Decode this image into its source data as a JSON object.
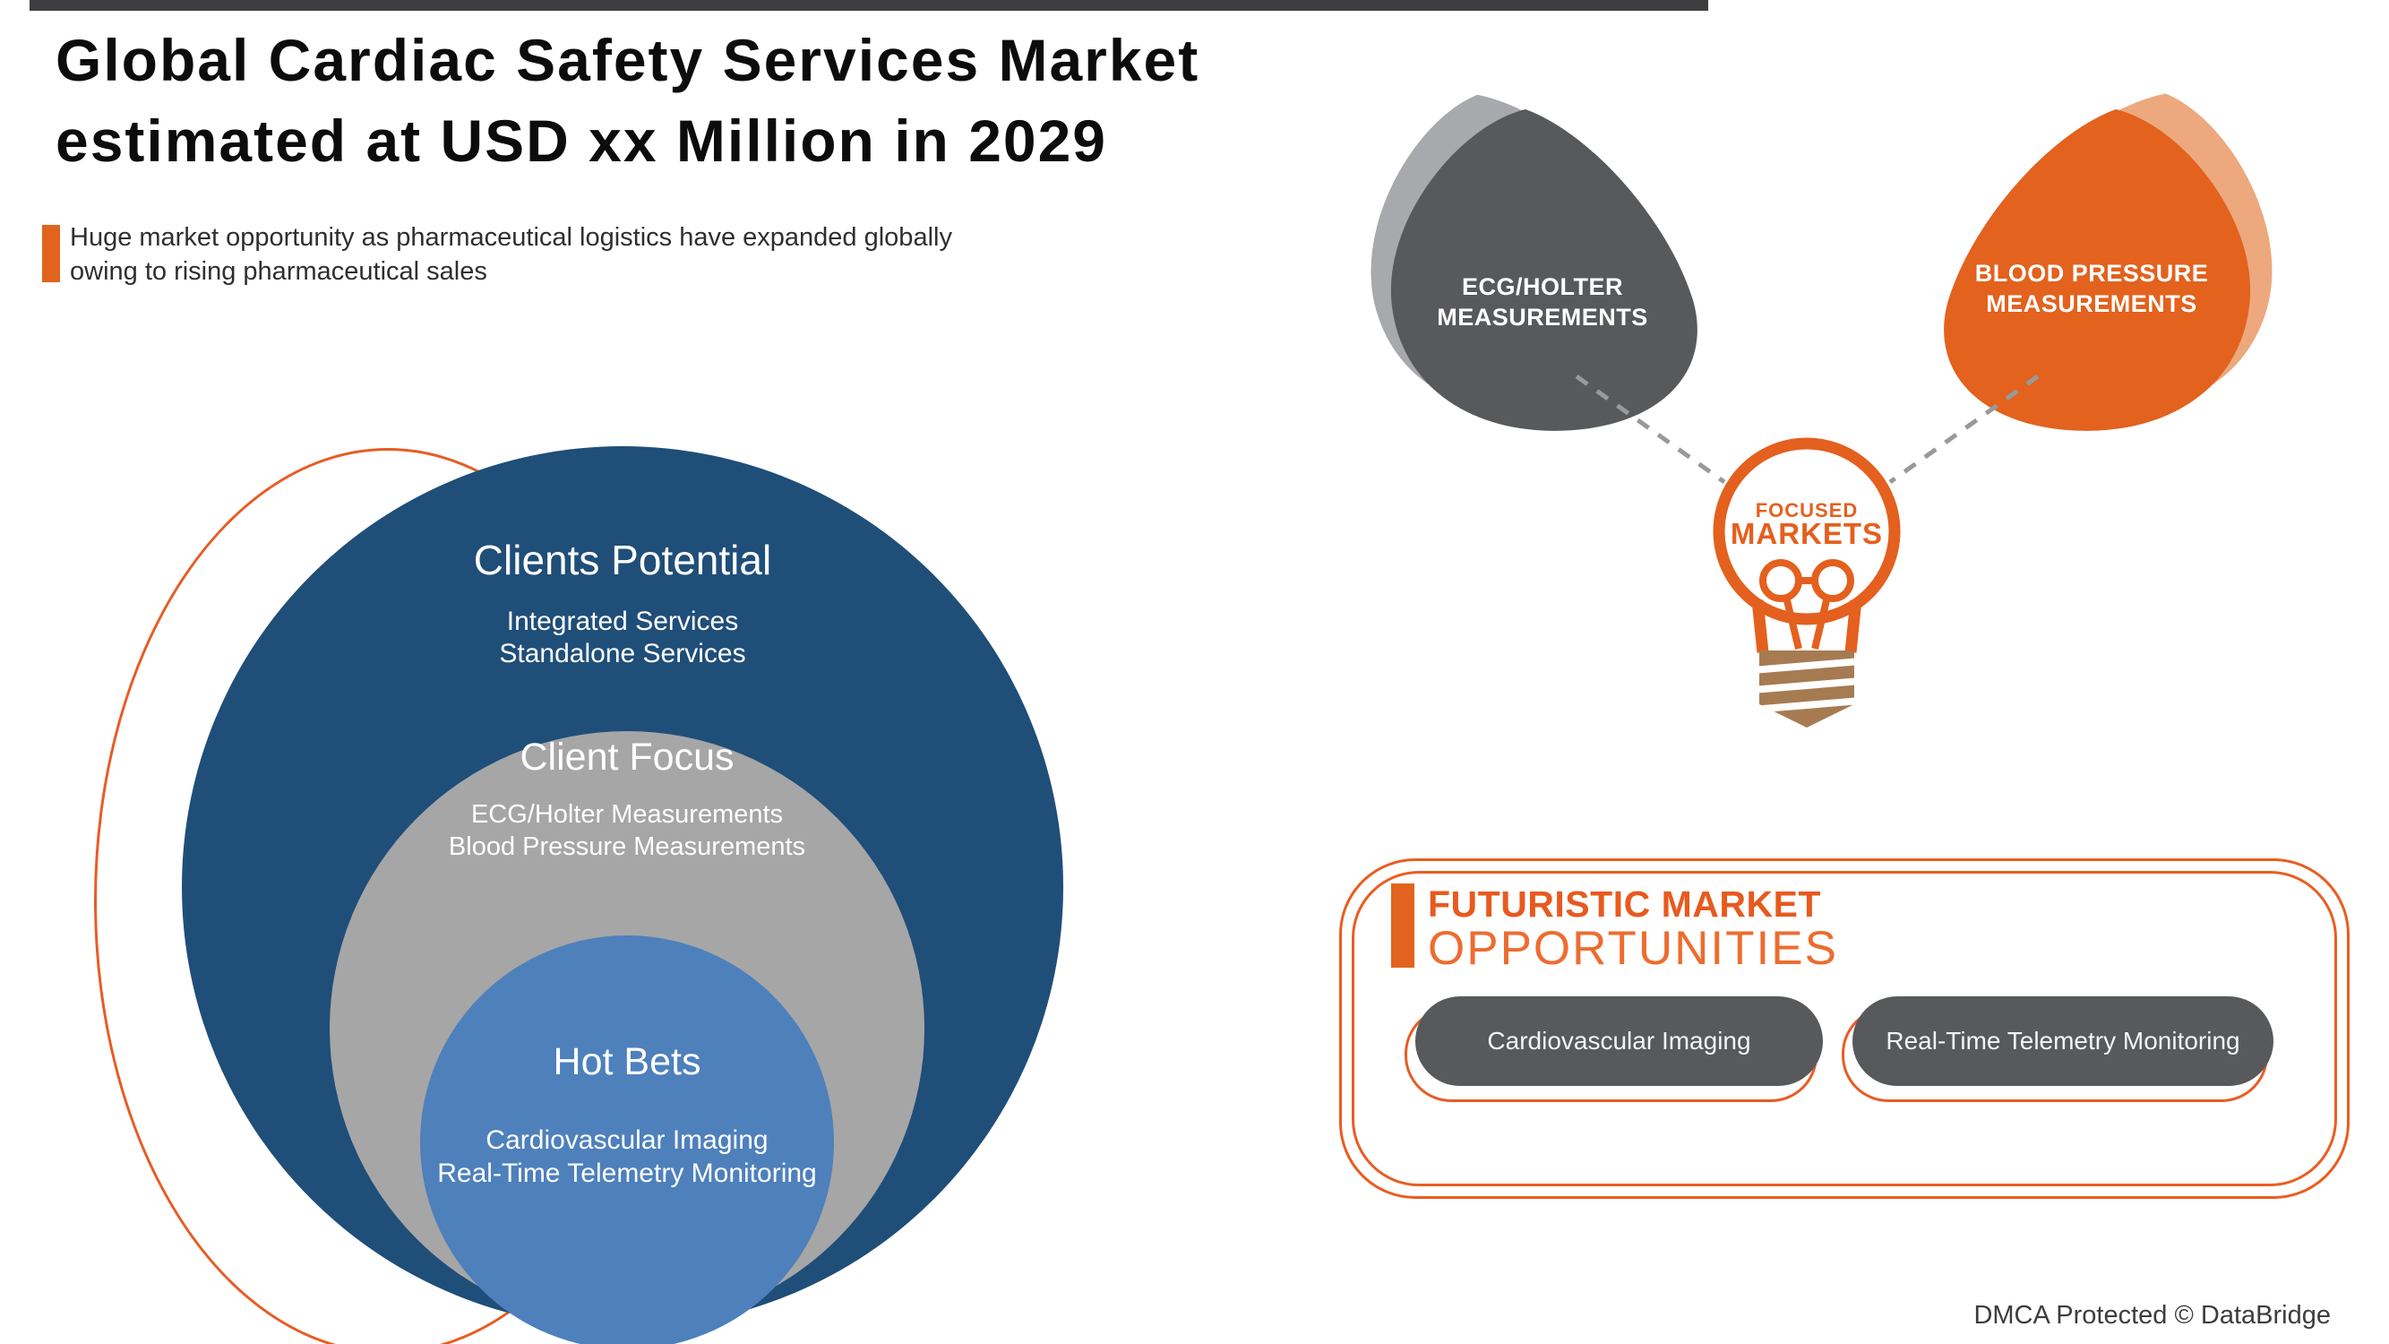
{
  "colors": {
    "orange": "#E4601E",
    "orange_light": "#EDA87D",
    "dark_gray": "#58595B",
    "light_gray": "#A7A9AC",
    "navy_blue": "#1F4E79",
    "mid_gray": "#A6A6A6",
    "steel_blue": "#4E80BC",
    "brown": "#A67B52"
  },
  "header": {
    "title_line1": "Global Cardiac Safety Services Market",
    "title_line2": "estimated at USD xx Million in 2029",
    "subtitle_line1": "Huge market opportunity as pharmaceutical logistics have expanded globally",
    "subtitle_line2": "owing to rising pharmaceutical sales"
  },
  "venn": {
    "rings": [
      {
        "title": "Clients Potential",
        "items": [
          "Integrated Services",
          "Standalone Services"
        ]
      },
      {
        "title": "Client Focus",
        "items": [
          "ECG/Holter Measurements",
          "Blood Pressure Measurements"
        ]
      },
      {
        "title": "Hot Bets",
        "items": [
          "Cardiovascular Imaging",
          "Real-Time Telemetry Monitoring"
        ]
      }
    ]
  },
  "focused_markets": {
    "left_blob": {
      "line1": "ECG/HOLTER",
      "line2": "MEASUREMENTS"
    },
    "right_blob": {
      "line1": "BLOOD PRESSURE",
      "line2": "MEASUREMENTS"
    },
    "bulb": {
      "line1": "FOCUSED",
      "line2": "MARKETS"
    }
  },
  "opportunities": {
    "heading_line1": "FUTURISTIC MARKET",
    "heading_line2": "OPPORTUNITIES",
    "pills": [
      "Cardiovascular Imaging",
      "Real-Time Telemetry Monitoring"
    ]
  },
  "footer": {
    "dmca": "DMCA Protected © DataBridge"
  }
}
